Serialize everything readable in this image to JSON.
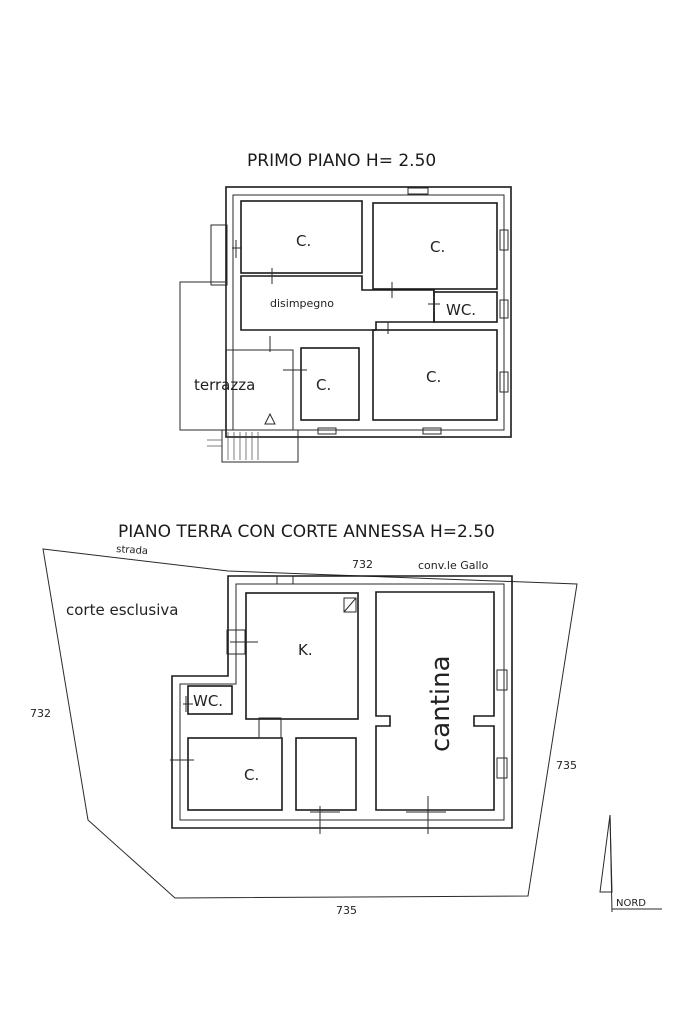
{
  "upper_floor": {
    "title": "PRIMO PIANO  H= 2.50",
    "rooms": {
      "room_top_left": "C.",
      "room_top_right": "C.",
      "hallway": "disimpegno",
      "bathroom": "WC.",
      "terrace": "terrazza",
      "room_small": "C.",
      "room_bottom_right": "C."
    }
  },
  "ground_floor": {
    "title": "PIANO TERRA CON CORTE ANNESSA H=2.50",
    "rooms": {
      "kitchen": "K.",
      "bathroom": "WC.",
      "room": "C.",
      "cellar": "cantina",
      "courtyard": "corte esclusiva"
    },
    "surroundings": {
      "street": "strada",
      "parcel_top": "732",
      "neighbor": "conv.le Gallo",
      "parcel_left": "732",
      "parcel_right": "735",
      "parcel_bottom": "735"
    }
  },
  "compass": {
    "label": "NORD"
  }
}
